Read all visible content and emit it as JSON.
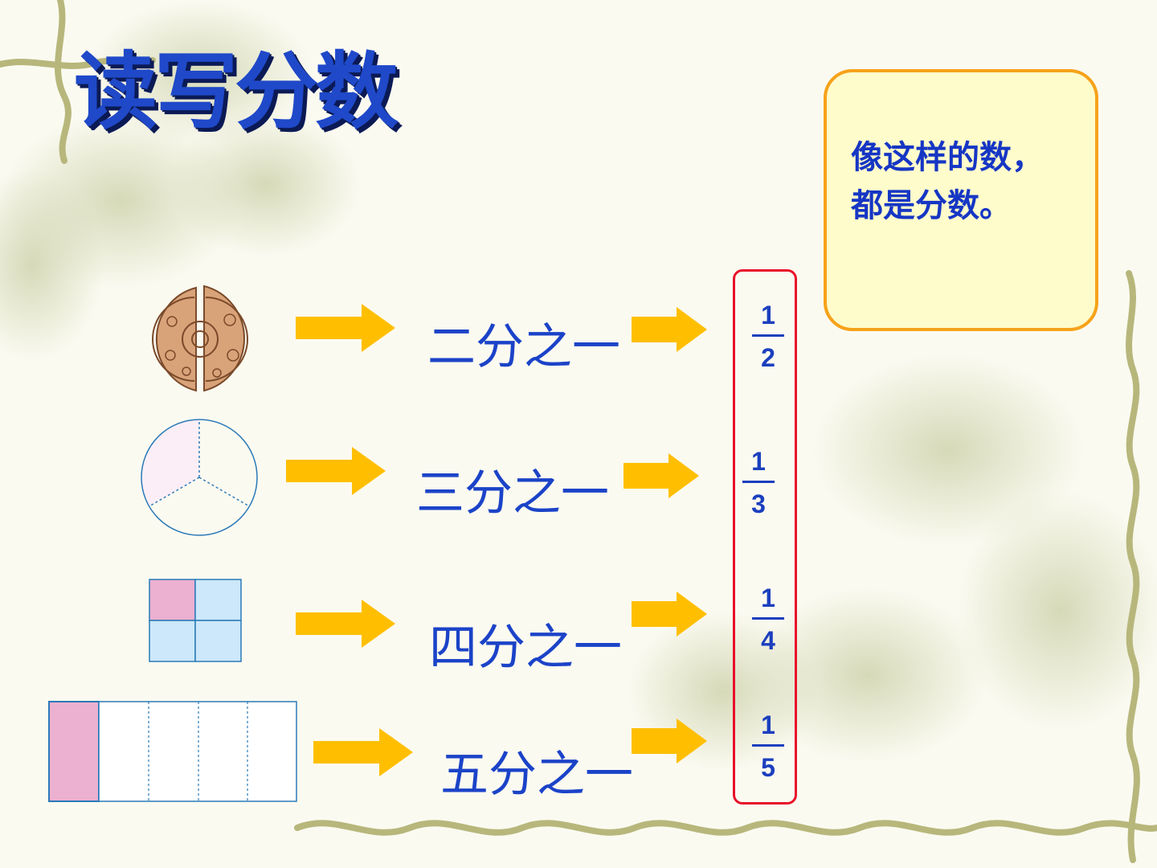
{
  "title": "读写分数",
  "callout": {
    "lines": [
      "像这样的数，",
      "都是分数。"
    ]
  },
  "colors": {
    "title": "#1f49c9",
    "text": "#1b43c8",
    "arrow": "#ffbf00",
    "callout_border": "#f6a21a",
    "callout_fill": "#fffccc",
    "frac_box": "#e8102a",
    "shade": "#ecb0d0",
    "cell": "#cce8fa"
  },
  "rows": [
    {
      "picture": "split-cake-icon",
      "reading": "二分之一",
      "numerator": "1",
      "denominator": "2"
    },
    {
      "picture": "circle-thirds-icon",
      "reading": "三分之一",
      "numerator": "1",
      "denominator": "3"
    },
    {
      "picture": "square-quarters-icon",
      "reading": "四分之一",
      "numerator": "1",
      "denominator": "4"
    },
    {
      "picture": "rectangle-fifths-icon",
      "reading": "五分之一",
      "numerator": "1",
      "denominator": "5"
    }
  ]
}
